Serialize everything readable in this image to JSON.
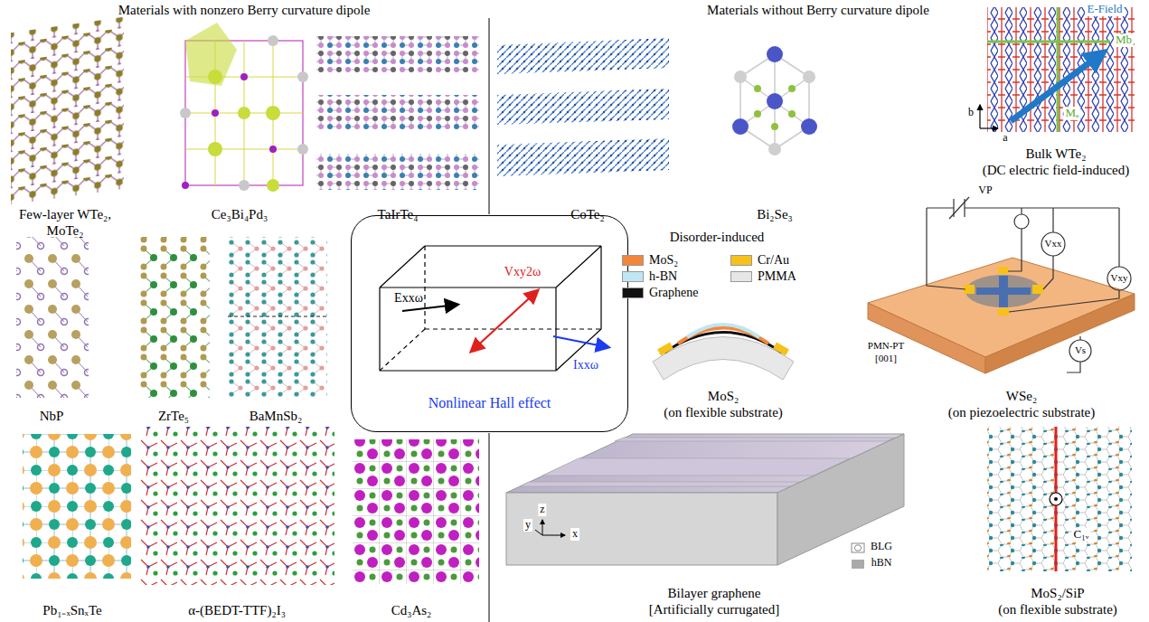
{
  "diagram": {
    "nodes": [
      {
        "text": [
          "Nonlinear Hall effect"
        ]
      }
    ],
    "labels": [
      "Materials with nonzero Berry curvature dipole",
      "Materials without Berry curvature dipole",
      "Few-layer WTe₂,",
      "MoTe₂",
      "Ce₃Bi₄Pd₃",
      "TaIrTe₄",
      "CoTe₂",
      "Bi₂Se₃",
      "E-Field",
      "M̃b",
      "Mₐ",
      "b",
      "a",
      "Bulk WTe₂",
      "(DC electric field-induced)",
      "Disorder-induced",
      "NbP",
      "ZrTe₅",
      "BaMnSb₂",
      "Exxω",
      "Vxy2ω",
      "Ixxω",
      "MoS₂",
      "(on flexible substrate)",
      "VP",
      "Vxx",
      "Vxy",
      "Vs",
      "PMN-PT",
      "[001]",
      "WSe₂",
      "(on piezoelectric substrate)",
      "Pb₁₋ₓSnₓTe",
      "α-(BEDT-TTF)₂I₃",
      "Cd₃As₂",
      "z",
      "y",
      "x",
      "BLG",
      "hBN",
      "Bilayer graphene",
      "[Artificially currugated]",
      "C₁ᵥ",
      "MoS₂/SiP",
      "(on flexible substrate)"
    ],
    "legend": [
      {
        "text": "MoS₂",
        "color": "#f4863a"
      },
      {
        "text": "h-BN",
        "color": "#bfe6f2"
      },
      {
        "text": "Graphene",
        "color": "#111111"
      },
      {
        "text": "Cr/Au",
        "color": "#f6c21a"
      },
      {
        "text": "PMMA",
        "color": "#e6e6e6"
      }
    ]
  }
}
